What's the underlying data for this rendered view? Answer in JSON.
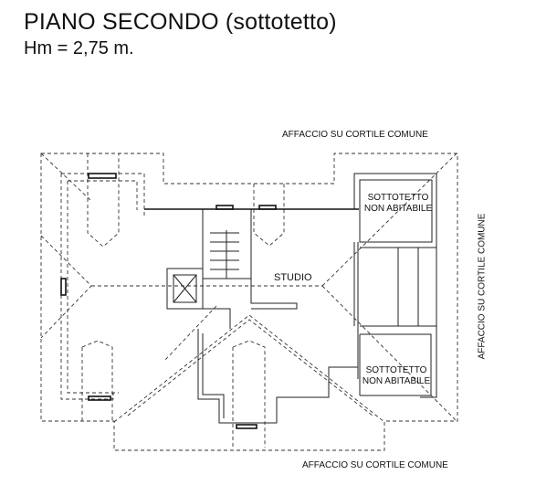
{
  "header": {
    "title": "PIANO SECONDO (sottotetto)",
    "height_note": "Hm = 2,75 m."
  },
  "plan": {
    "orientation_labels": {
      "top": "AFFACCIO SU CORTILE COMUNE",
      "bottom": "AFFACCIO SU CORTILE COMUNE",
      "right": "AFFACCIO SU CORTILE COMUNE"
    },
    "rooms": [
      {
        "name": "STUDIO"
      },
      {
        "name": "SOTTOTETTO",
        "note": "NON ABITABILE"
      },
      {
        "name": "SOTTOTETTO",
        "note": "NON ABITABILE"
      }
    ]
  }
}
